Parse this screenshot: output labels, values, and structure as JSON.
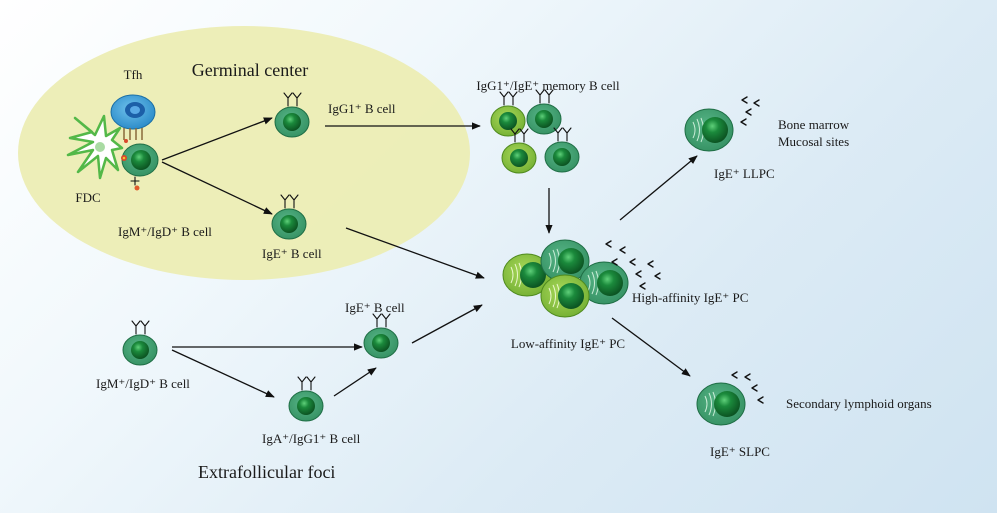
{
  "regions": {
    "germinal_center": "Germinal center",
    "extrafollicular_foci": "Extrafollicular foci"
  },
  "labels": {
    "tfh": "Tfh",
    "fdc": "FDC",
    "naive_gc": "IgM⁺/IgD⁺ B cell",
    "igg1_b": "IgG1⁺ B cell",
    "ige_b_gc": "IgE⁺ B cell",
    "memory": "IgG1⁺/IgE⁺ memory B cell",
    "low_pc": "Low-affinity IgE⁺ PC",
    "high_pc": "High-affinity IgE⁺ PC",
    "llpc": "IgE⁺ LLPC",
    "bone_marrow": "Bone marrow",
    "mucosal": "Mucosal sites",
    "slpc": "IgE⁺ SLPC",
    "secondary": "Secondary lymphoid organs",
    "naive_ef": "IgM⁺/IgD⁺ B cell",
    "ige_b_ef": "IgE⁺ B cell",
    "iga_b": "IgA⁺/IgG1⁺ B cell"
  },
  "colors": {
    "gc_fill": "#ecedb4",
    "cell_outer": "#3a9d6b",
    "cell_light": "#8fc740",
    "nucleus": "#0d6b2e",
    "tfh": "#2f9bd6",
    "fdc": "#53b848"
  }
}
